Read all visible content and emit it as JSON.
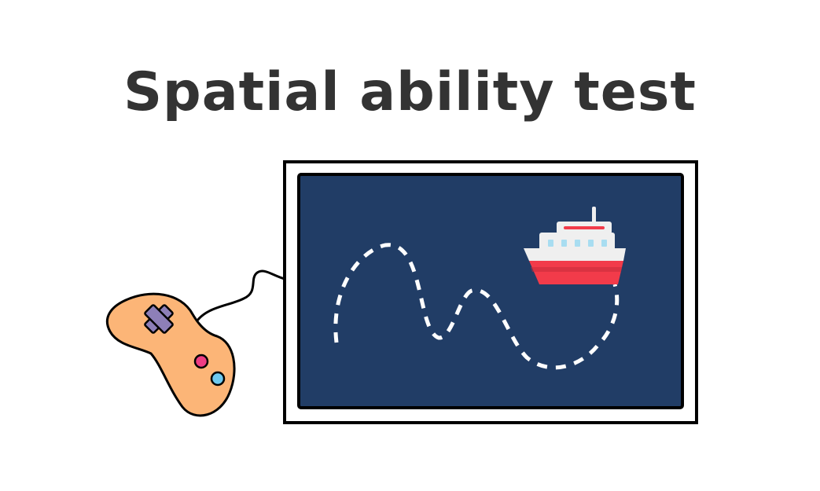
{
  "title": "Spatial ability test",
  "icons": {
    "controller": "gamepad-icon",
    "screen": "monitor-screen",
    "ship": "ship-icon",
    "path": "dashed-route"
  },
  "colors": {
    "title_text": "#333333",
    "screen_fill": "#213d66",
    "frame_border": "#000000",
    "controller_body": "#fcb577",
    "dpad": "#8d7fb8",
    "button_pink": "#ee3d84",
    "button_blue": "#6ec9ef",
    "ship_red": "#f23b4a",
    "ship_white": "#efefef",
    "ship_window": "#a8ddf1",
    "route_dash": "#ffffff"
  }
}
